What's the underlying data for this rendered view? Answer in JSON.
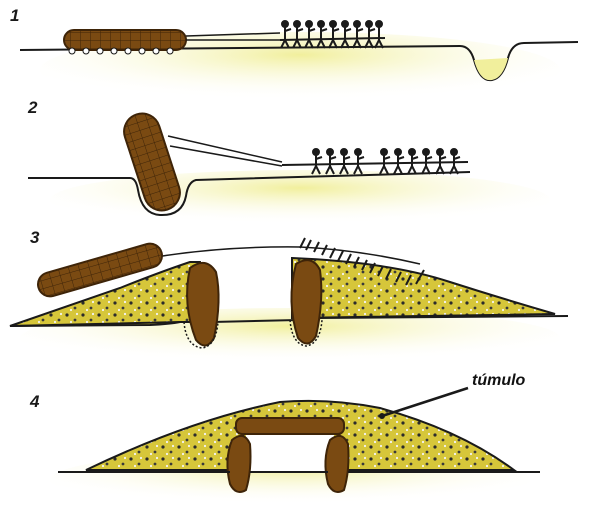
{
  "steps": [
    {
      "number": "1"
    },
    {
      "number": "2"
    },
    {
      "number": "3"
    },
    {
      "number": "4"
    }
  ],
  "callout": {
    "label": "túmulo"
  },
  "colors": {
    "stone": "#7a4a12",
    "stone_dark": "#3e2408",
    "mound": "#d6c63a",
    "ground_glow": "#f3f1b0",
    "line": "#1a1a1a"
  },
  "icons": [
    "megalith-stone",
    "haulers",
    "mound"
  ]
}
